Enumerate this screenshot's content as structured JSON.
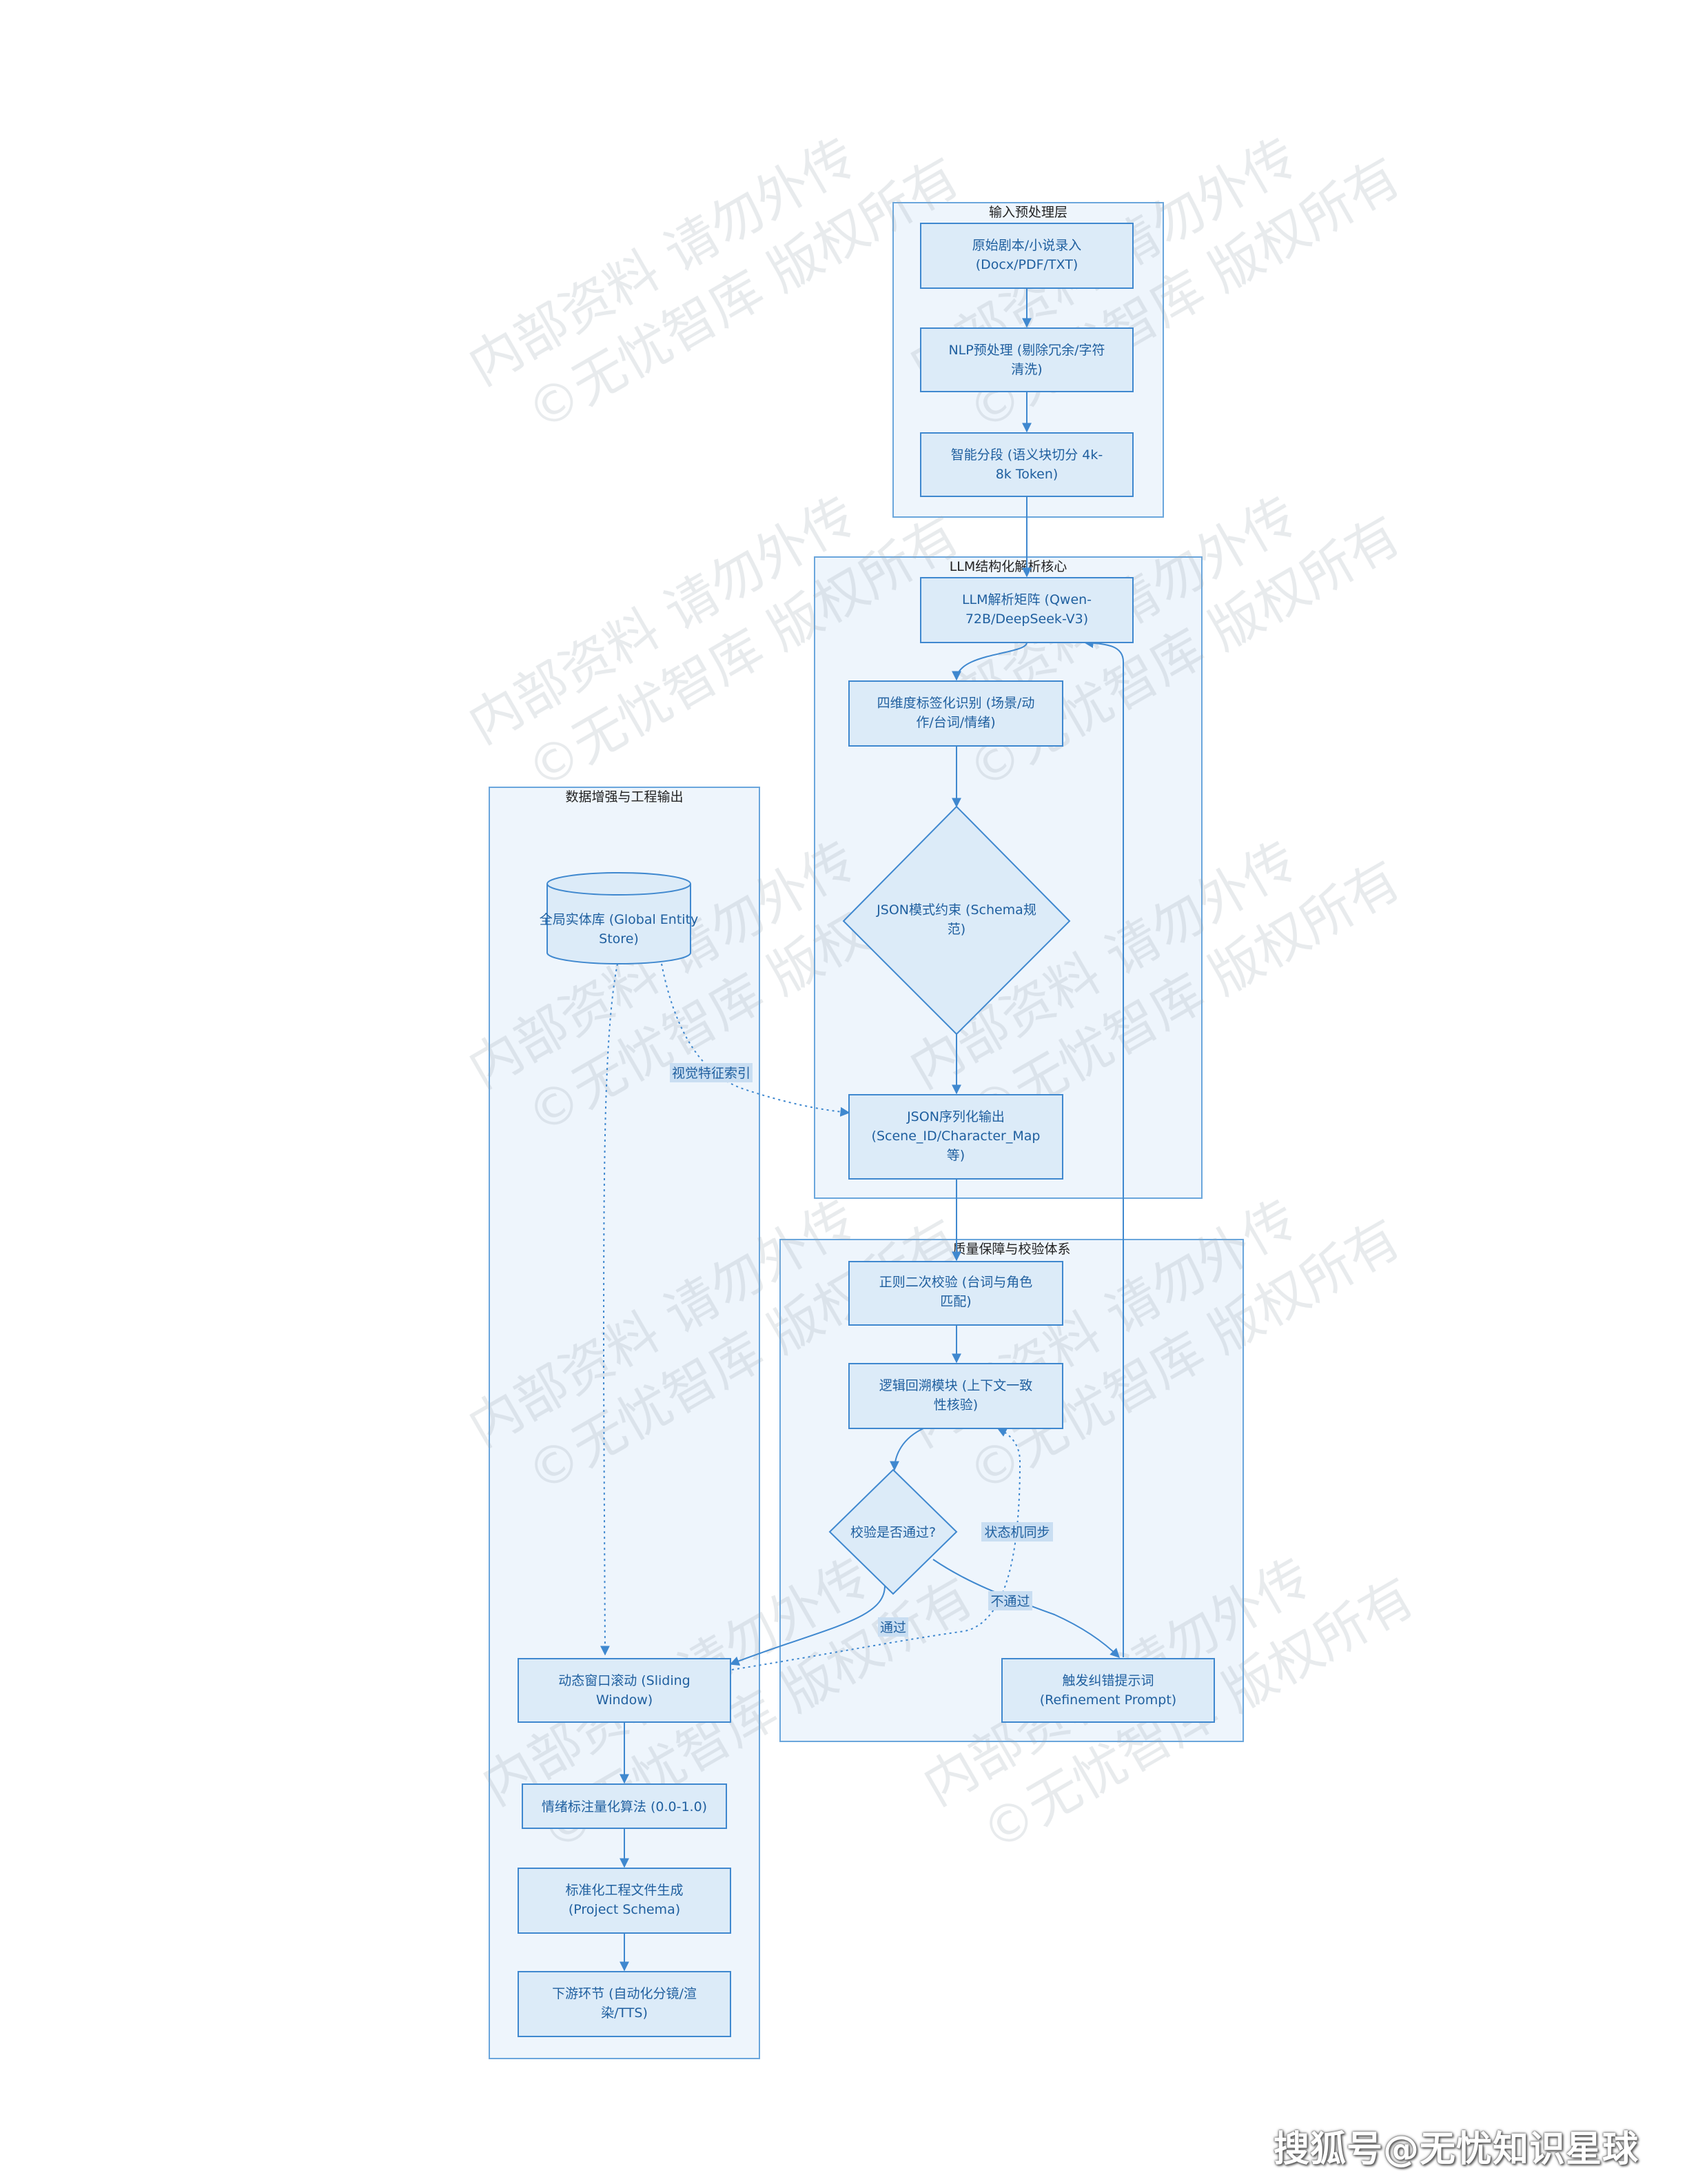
{
  "groups": {
    "input": "输入预处理层",
    "llm": "LLM结构化解析核心",
    "data": "数据增强与工程输出",
    "qa": "质量保障与校验体系"
  },
  "nodes": {
    "raw": [
      "原始剧本/小说录入",
      "(Docx/PDF/TXT)"
    ],
    "nlp": [
      "NLP预处理 (剔除冗余/字符",
      "清洗)"
    ],
    "seg": [
      "智能分段 (语义块切分 4k-",
      "8k Token)"
    ],
    "llm": [
      "LLM解析矩阵 (Qwen-",
      "72B/DeepSeek-V3)"
    ],
    "tag": [
      "四维度标签化识别 (场景/动",
      "作/台词/情绪)"
    ],
    "schema": [
      "JSON模式约束 (Schema规",
      "范)"
    ],
    "json": [
      "JSON序列化输出",
      "(Scene_ID/Character_Map",
      "等)"
    ],
    "entity": [
      "全局实体库 (Global Entity",
      "Store)"
    ],
    "regex": [
      "正则二次校验 (台词与角色",
      "匹配)"
    ],
    "logic": [
      "逻辑回溯模块 (上下文一致",
      "性核验)"
    ],
    "check": [
      "校验是否通过?"
    ],
    "refine": [
      "触发纠错提示词",
      "(Refinement Prompt)"
    ],
    "window": [
      "动态窗口滚动 (Sliding",
      "Window)"
    ],
    "emotion": [
      "情绪标注量化算法 (0.0-1.0)"
    ],
    "project": [
      "标准化工程文件生成",
      "(Project Schema)"
    ],
    "downstream": [
      "下游环节 (自动化分镜/渲",
      "染/TTS)"
    ]
  },
  "edge_labels": {
    "visual_index": "视觉特征索引",
    "state_sync": "状态机同步",
    "pass": "通过",
    "fail": "不通过"
  },
  "watermark": [
    "内部资料 请勿外传",
    "©无忧智库 版权所有"
  ],
  "footer": "搜狐号@无忧知识星球"
}
